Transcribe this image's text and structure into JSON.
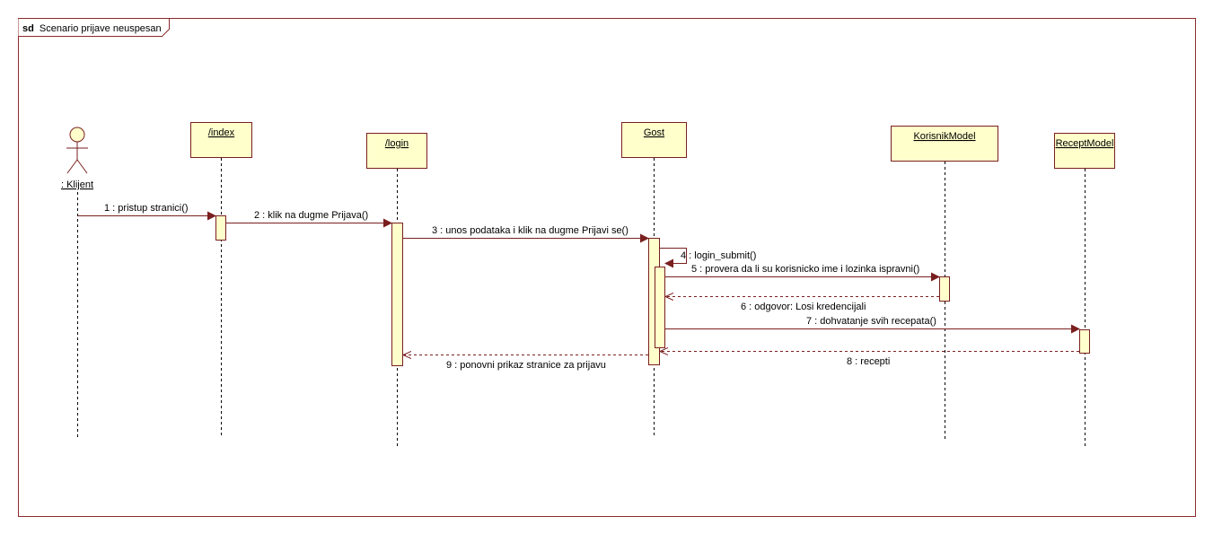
{
  "diagram": {
    "frame_keyword": "sd",
    "frame_title": "Scenario prijave neuspesan",
    "actor": {
      "name": ": Klijent"
    },
    "lifelines": [
      {
        "id": "index",
        "name": "/index"
      },
      {
        "id": "login",
        "name": "/login"
      },
      {
        "id": "gost",
        "name": "Gost"
      },
      {
        "id": "korisnik",
        "name": "KorisnikModel"
      },
      {
        "id": "recept",
        "name": "ReceptModel"
      }
    ],
    "messages": [
      {
        "label": "1 : pristup stranici()",
        "kind": "sync"
      },
      {
        "label": "2 : klik na dugme Prijava()",
        "kind": "sync"
      },
      {
        "label": "3 : unos podataka i klik na dugme Prijavi se()",
        "kind": "sync"
      },
      {
        "label": "4 : login_submit()",
        "kind": "self"
      },
      {
        "label": "5 : provera da li su korisnicko ime i lozinka ispravni()",
        "kind": "sync"
      },
      {
        "label": "6 : odgovor: Losi kredencijali",
        "kind": "return"
      },
      {
        "label": "7 : dohvatanje svih recepata()",
        "kind": "sync"
      },
      {
        "label": "8 : recepti",
        "kind": "return"
      },
      {
        "label": "9 : ponovni prikaz stranice za prijavu",
        "kind": "return"
      }
    ],
    "colors": {
      "frame": "#8b2a2a",
      "box_fill": "#ffffcc",
      "box_border": "#7a1f1f",
      "arrow": "#7a1f1f",
      "lifeline": "#000000"
    }
  }
}
